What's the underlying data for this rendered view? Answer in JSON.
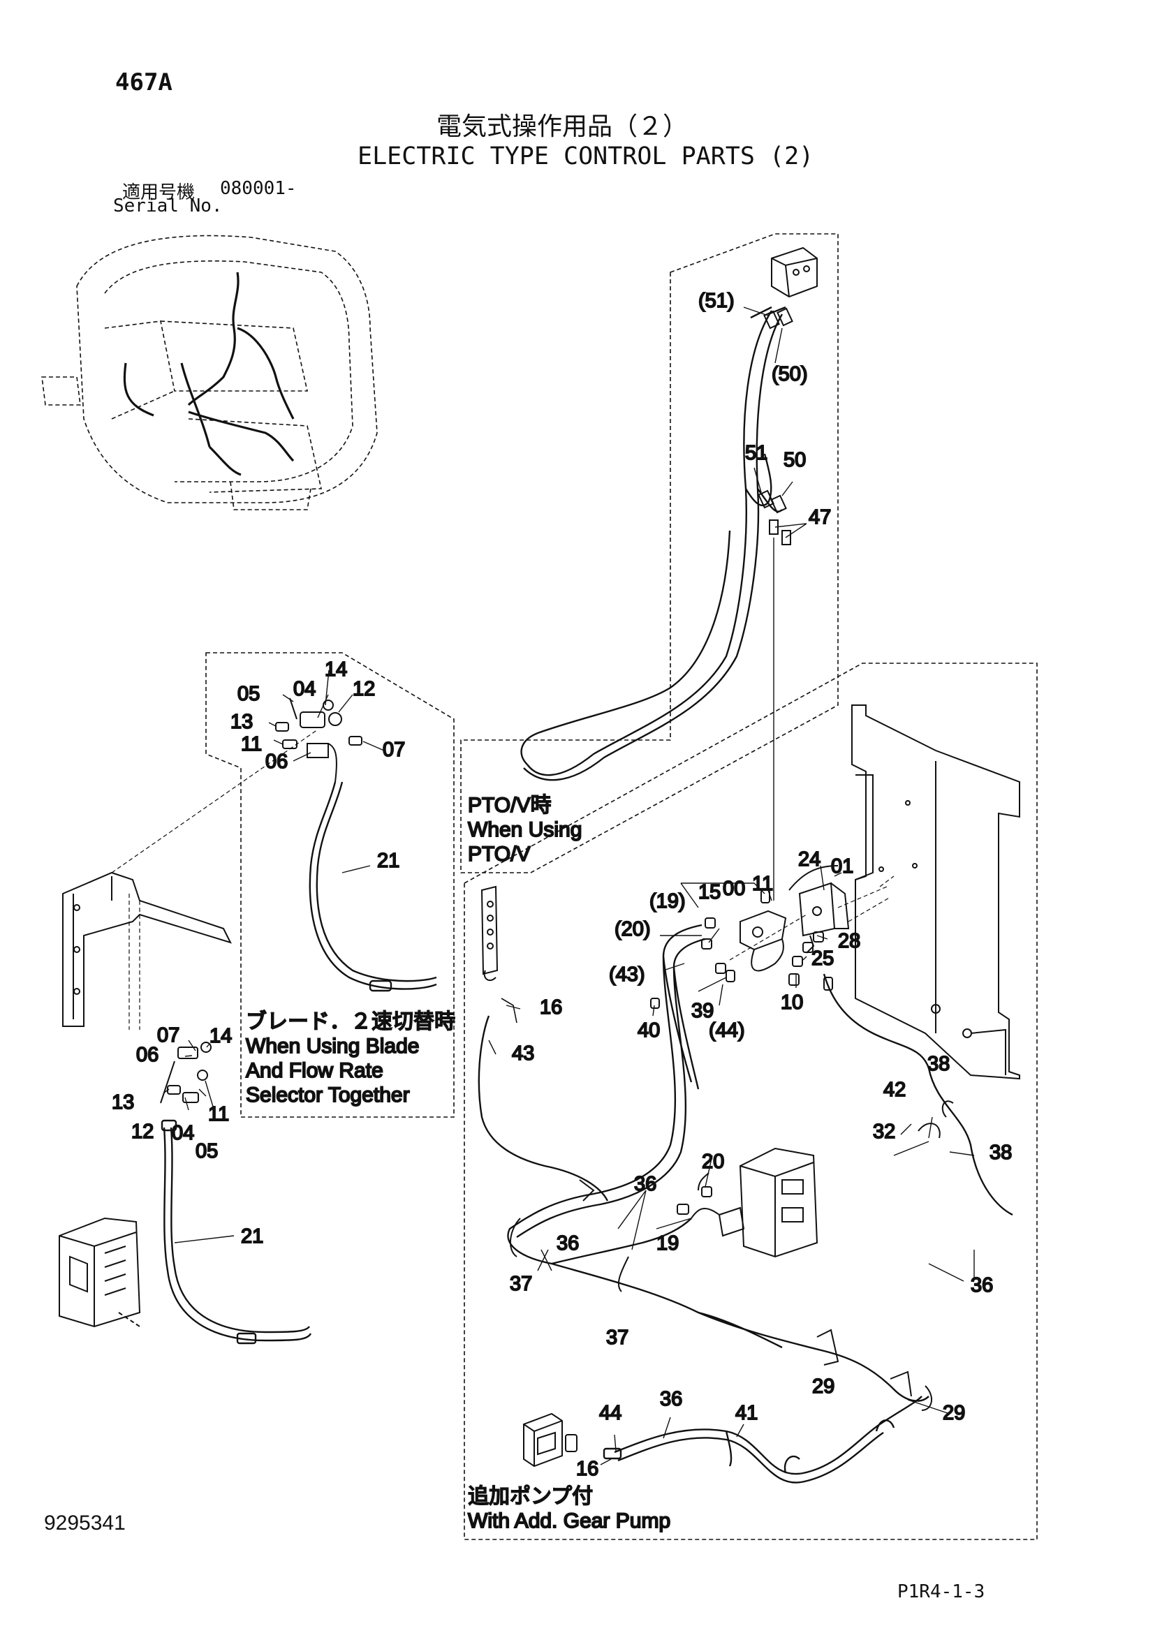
{
  "header": {
    "page_code": "467A",
    "title_jp": "電気式操作用品（２）",
    "title_en": "ELECTRIC TYPE CONTROL PARTS (2)",
    "serial_label_jp": "適用号機",
    "serial_value": "080001-",
    "serial_label_en": "Serial No."
  },
  "footer": {
    "doc_number": "9295341",
    "page_ref": "P1R4-1-3"
  },
  "notes": {
    "pto": [
      "PTO/V時",
      "When Using",
      "PTO/V"
    ],
    "blade": [
      "ブレード．２速切替時",
      "When Using Blade",
      "And Flow Rate",
      "Selector Together"
    ],
    "gear_pump": [
      "追加ポンプ付",
      "With Add. Gear Pump"
    ]
  },
  "callouts": {
    "c51p": "(51)",
    "c50p": "(50)",
    "c51": "51",
    "c50": "50",
    "c47": "47",
    "d14": "14",
    "d05": "05",
    "d04": "04",
    "d12": "12",
    "d13": "13",
    "d11": "11",
    "d06": "06",
    "d07": "07",
    "d21": "21",
    "l07": "07",
    "l14": "14",
    "l06": "06",
    "l13": "13",
    "l11": "11",
    "l12": "12",
    "l04": "04",
    "l05": "05",
    "l21": "21",
    "v24": "24",
    "v01": "01",
    "v11": "11",
    "v19p": "(19)",
    "v15": "15",
    "v00": "00",
    "v20p": "(20)",
    "v28": "28",
    "v25": "25",
    "v43p": "(43)",
    "v39": "39",
    "v10": "10",
    "v40": "40",
    "v44p": "(44)",
    "v16": "16",
    "v43": "43",
    "h42": "42",
    "h38a": "38",
    "h32": "32",
    "h38b": "38",
    "h36a": "36",
    "h20": "20",
    "h36b": "36",
    "h19": "19",
    "h37a": "37",
    "h36c": "36",
    "h37b": "37",
    "h29a": "29",
    "h29b": "29",
    "g44": "44",
    "g36": "36",
    "g41": "41",
    "g16": "16"
  }
}
